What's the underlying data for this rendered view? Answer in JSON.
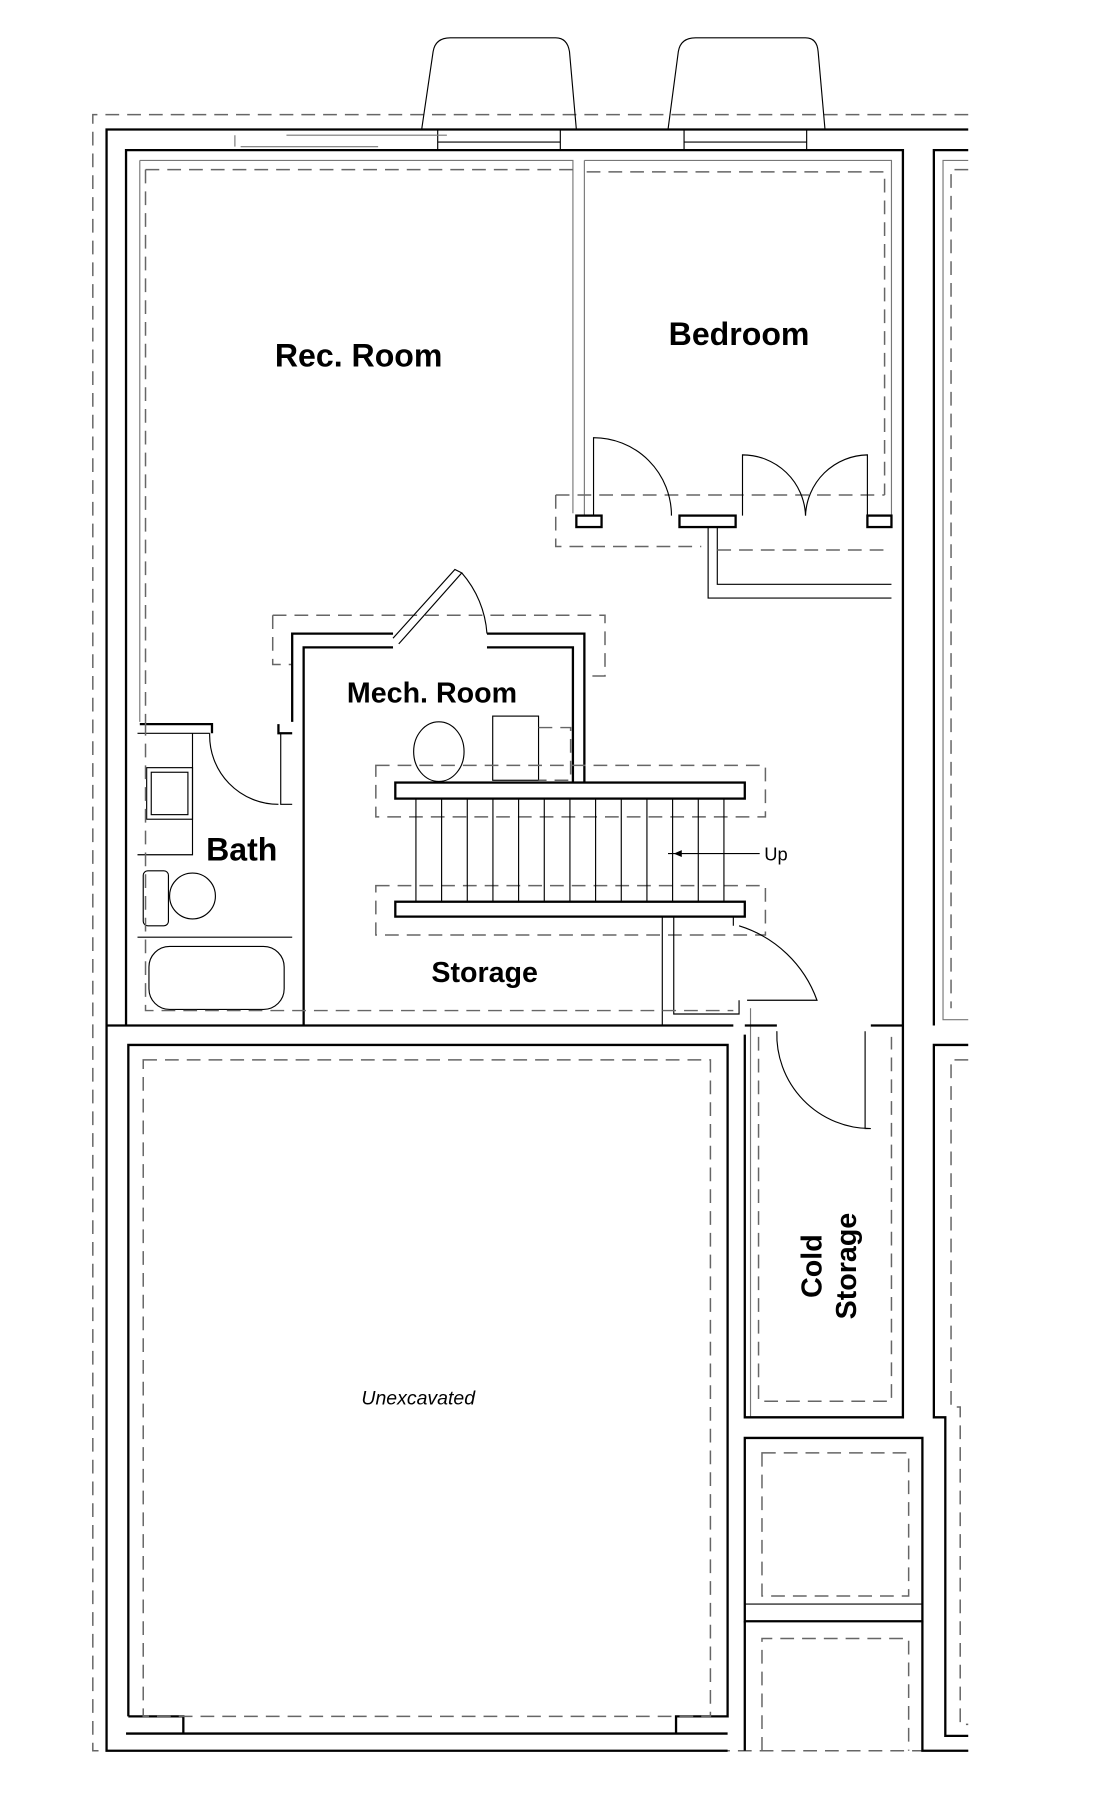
{
  "rooms": {
    "rec_room": "Rec. Room",
    "bedroom": "Bedroom",
    "mech_room": "Mech. Room",
    "bath": "Bath",
    "storage": "Storage",
    "cold_storage_line1": "Cold",
    "cold_storage_line2": "Storage",
    "unexcavated": "Unexcavated"
  },
  "annotations": {
    "stair_direction": "Up"
  }
}
